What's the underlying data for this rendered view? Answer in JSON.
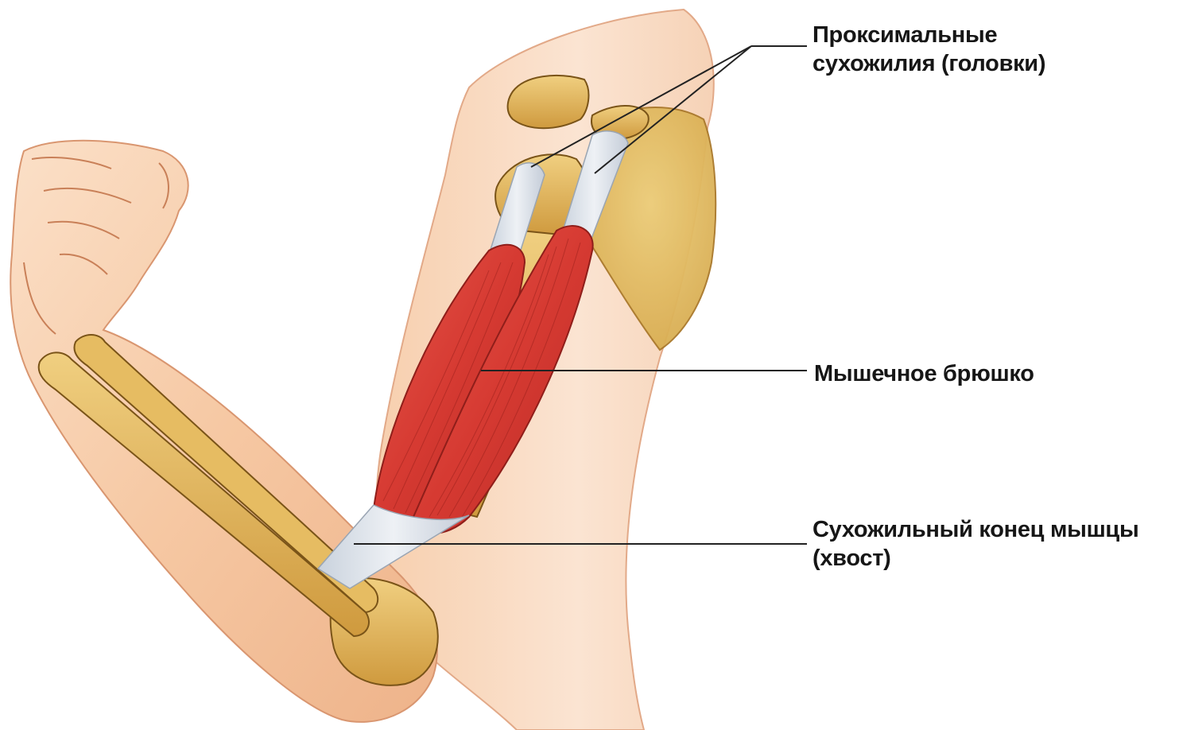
{
  "labels": {
    "proximal_tendons": {
      "line1": "Проксимальные",
      "line2": "сухожилия (головки)"
    },
    "muscle_belly": {
      "line1": "Мышечное брюшко"
    },
    "distal_tendon": {
      "line1": "Сухожильный конец мышцы",
      "line2": "(хвост)"
    }
  },
  "colors": {
    "background": "#ffffff",
    "skin": "#f6c8a3",
    "skin_shadow": "#e9a77c",
    "bone": "#d8a84f",
    "bone_light": "#edc977",
    "bone_outline": "#7a5418",
    "muscle": "#d63a32",
    "muscle_dark": "#a82420",
    "tendon": "#d6dde6",
    "leader_line": "#222222",
    "text": "#161616"
  }
}
